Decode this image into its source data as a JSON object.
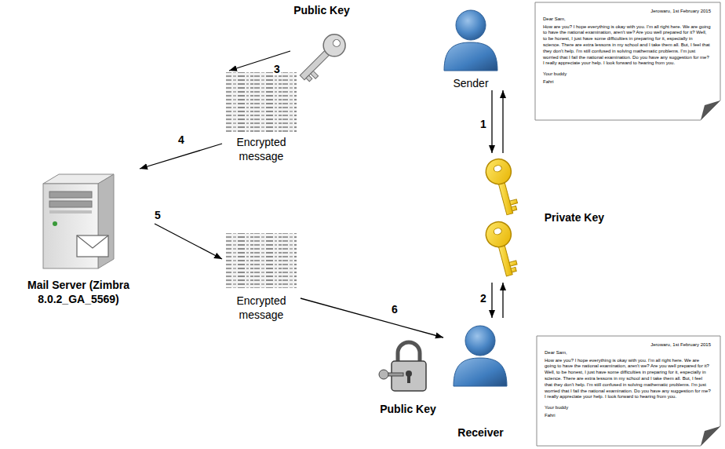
{
  "diagram": {
    "nodes": [
      {
        "text": [
          "Public Key"
        ]
      },
      {
        "text": [
          "Sender"
        ]
      },
      {
        "text": [
          "Jerowaru, 1st February 2015",
          "Dear Sam,",
          "How are you? I hope everything is okay with you. I'm all right here. We are going to have the national examination, aren't we? Are you well prepared for it? Well, to be honest, I just have some difficulties in preparing for it, especially in science. There are extra lessons in my school and I take them all. But, I feel that they don't help. I'm still confused in solving mathematic problems. I'm just worried that I fail the national examination. Do you have any suggestion for me? I really appreciate your help. I look forward to hearing from you.",
          "Your buddy",
          "Fahri"
        ]
      },
      {
        "text": [
          "Encrypted message"
        ]
      },
      {
        "text": [
          "Private Key"
        ]
      },
      {
        "text": [
          "Mail Server (Zimbra 8.0.2_GA_5569)"
        ]
      },
      {
        "text": [
          "Encrypted message"
        ]
      },
      {
        "text": [
          "Public Key"
        ]
      },
      {
        "text": [
          "Receiver"
        ]
      },
      {
        "text": [
          "Jerowaru, 1st February 2015",
          "Dear Sam,",
          "How are you? I hope everything is okay with you. I'm all right here. We are going to have the national examination, aren't we? Are you well prepared for it? Well, to be honest, I just have some difficulties in preparing for it, especially in science. There are extra lessons in my school and I take them all. But, I feel that they don't help. I'm still confused in solving mathematic problems. I'm just worried that I fail the national examination. Do you have any suggestion for me? I really appreciate your help. I look forward to hearing from you.",
          "Your buddy",
          "Fahri"
        ]
      }
    ],
    "edges": [
      {
        "from": 0,
        "to": 3,
        "arrow": "to",
        "label": "3"
      },
      {
        "from": 3,
        "to": 5,
        "arrow": "to",
        "label": "4"
      },
      {
        "from": 5,
        "to": 6,
        "arrow": "to",
        "label": "5"
      },
      {
        "from": 6,
        "to": 8,
        "arrow": "to",
        "label": "6"
      },
      {
        "from": 1,
        "to": 4,
        "arrow": "to",
        "label": "1"
      },
      {
        "from": 4,
        "to": 1,
        "arrow": "to"
      },
      {
        "from": 4,
        "to": 8,
        "arrow": "to",
        "label": "2"
      },
      {
        "from": 8,
        "to": 4,
        "arrow": "to"
      }
    ]
  }
}
